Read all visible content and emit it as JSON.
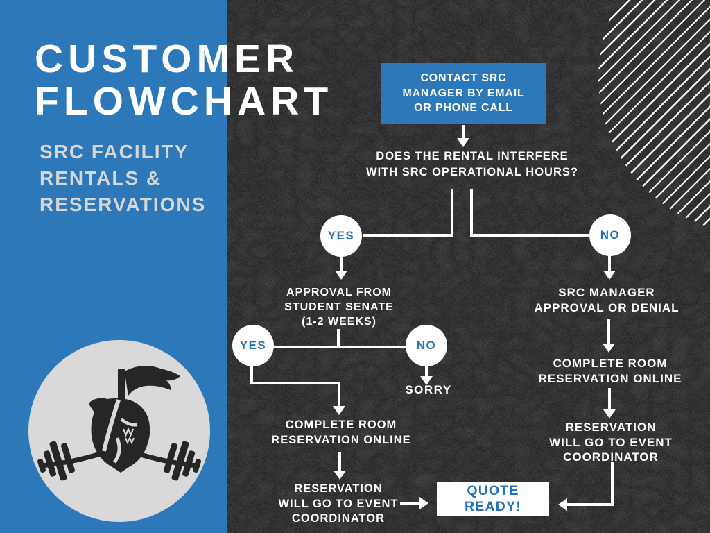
{
  "colors": {
    "accent_blue": "#2d78b8",
    "label_blue": "#2472b8",
    "subtitle_gray": "#d6d6d6",
    "line_white": "#ffffff",
    "logo_background": "#d9d9d9",
    "logo_ink": "#262626",
    "leather_black": "#161616"
  },
  "header": {
    "title": "CUSTOMER\nFLOWCHART",
    "subtitle": "SRC FACILITY\nRENTALS &\nRESERVATIONS"
  },
  "logo_icon": "knight-helmet-barbell-icon",
  "flowchart": {
    "start": "CONTACT SRC\nMANAGER BY EMAIL\nOR PHONE CALL",
    "question": "DOES THE RENTAL INTERFERE\nWITH SRC OPERATIONAL HOURS?",
    "decision1": {
      "yes": "YES",
      "no": "NO"
    },
    "approval": "APPROVAL FROM\nSTUDENT SENATE\n(1-2 WEEKS)",
    "decision2": {
      "yes": "YES",
      "no": "NO"
    },
    "sorry": "SORRY",
    "complete_left": "COMPLETE ROOM\nRESERVATION ONLINE",
    "coordinator_left": "RESERVATION\nWILL GO TO EVENT\nCOORDINATOR",
    "manager_decision": "SRC MANAGER\nAPPROVAL OR DENIAL",
    "complete_right": "COMPLETE ROOM\nRESERVATION ONLINE",
    "coordinator_right": "RESERVATION\nWILL GO TO EVENT\nCOORDINATOR",
    "quote": "QUOTE READY!"
  }
}
